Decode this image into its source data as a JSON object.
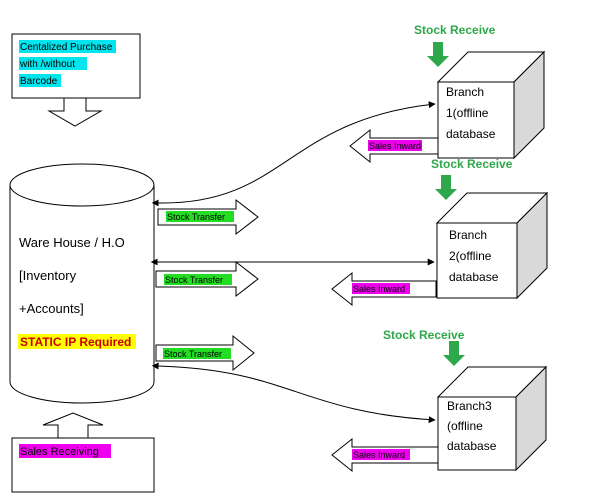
{
  "purchase": {
    "lines": [
      "Centalized Purchase",
      "with /without",
      "Barcode"
    ],
    "highlight": "#00e5ee"
  },
  "warehouse": {
    "lines": [
      "Ware House / H.O",
      "[Inventory",
      "+Accounts]"
    ],
    "static_ip": "STATIC IP Required",
    "static_ip_color": "#cc0000",
    "static_ip_highlight": "#ffff00"
  },
  "sales_receiving": {
    "label": "Sales Receiving",
    "highlight": "#ee00ee"
  },
  "stock_transfer": {
    "label": "Stock Transfer",
    "highlight": "#22dd22"
  },
  "sales_inward": {
    "label": "Sales Inward",
    "highlight": "#ee00ee"
  },
  "stock_receive": {
    "label": "Stock Receive",
    "color": "#2ea84a",
    "arrow_color": "#2ea84a"
  },
  "branches": [
    {
      "lines": [
        "Branch",
        "1(offline",
        "database"
      ]
    },
    {
      "lines": [
        "Branch",
        "2(offline",
        "database"
      ]
    },
    {
      "lines": [
        "Branch3",
        "(offline",
        "database"
      ]
    }
  ]
}
